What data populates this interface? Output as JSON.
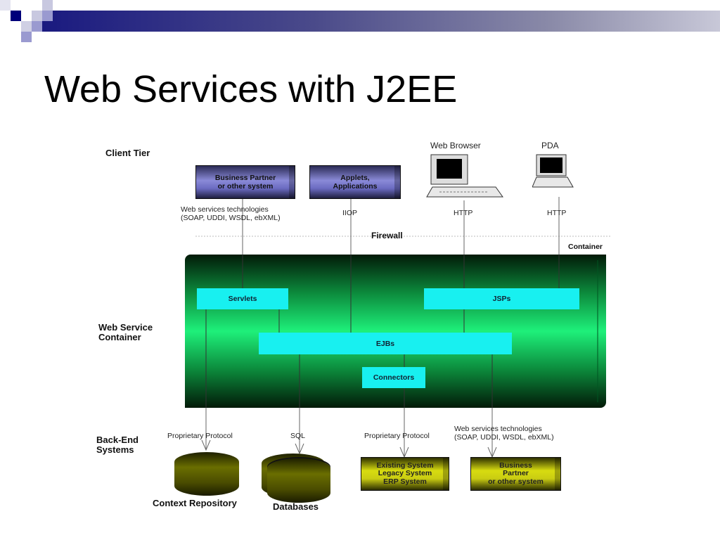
{
  "slide": {
    "title": "Web Services with J2EE"
  },
  "diagram": {
    "tiers": {
      "client": "Client Tier",
      "container_line1": "Web Service",
      "container_line2": "Container",
      "backend_line1": "Back-End",
      "backend_line2": "Systems"
    },
    "clients": [
      {
        "line1": "Business Partner",
        "line2": "or other system"
      },
      {
        "line1": "Applets,",
        "line2": "Applications"
      },
      {
        "label": "Web Browser"
      },
      {
        "label": "PDA"
      }
    ],
    "client_protocols": {
      "ws_line1": "Web services technologies",
      "ws_line2": "(SOAP, UDDI, WSDL, ebXML)",
      "iiop": "IIOP",
      "http1": "HTTP",
      "http2": "HTTP"
    },
    "firewall": "Firewall",
    "container_label": "Container",
    "components": {
      "servlets": "Servlets",
      "jsps": "JSPs",
      "ejbs": "EJBs",
      "connectors": "Connectors"
    },
    "backend_protocols": {
      "p1": "Proprietary Protocol",
      "sql": "SQL",
      "p2": "Proprietary Protocol",
      "ws_line1": "Web services technologies",
      "ws_line2": "(SOAP, UDDI, WSDL, ebXML)"
    },
    "backends": {
      "context_repository": "Context Repository",
      "databases": "Databases",
      "existing": {
        "l1": "Existing System",
        "l2": "Legacy System",
        "l3": "ERP System"
      },
      "partner": {
        "l1": "Business",
        "l2": "Partner",
        "l3": "or other system"
      }
    }
  }
}
